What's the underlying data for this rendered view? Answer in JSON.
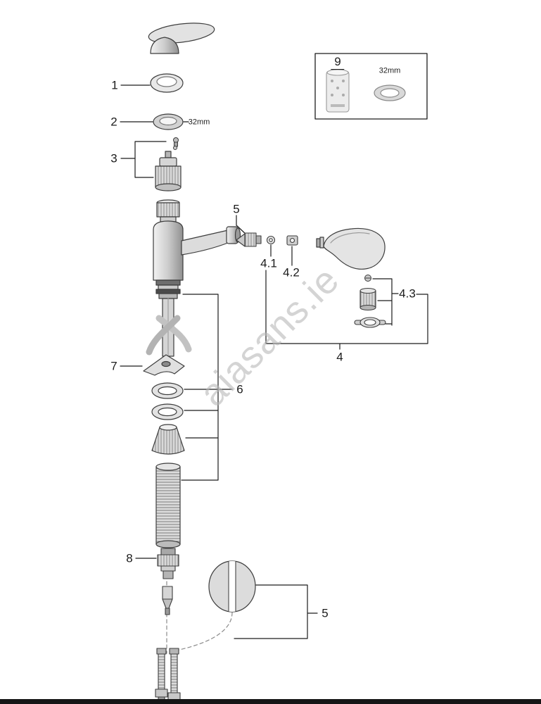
{
  "diagram": {
    "watermark": "aiasans.ie",
    "labels": {
      "part1": "1",
      "part2": "2",
      "part3": "3",
      "part4": "4",
      "part4_1": "4.1",
      "part4_2": "4.2",
      "part4_3": "4.3",
      "part5_top": "5",
      "part5_bottom": "5",
      "part6": "6",
      "part7": "7",
      "part8": "8",
      "part9": "9",
      "size_main": "32mm",
      "size_inset": "32mm"
    },
    "colors": {
      "line": "#1c1c1c",
      "metal_light": "#e6e6e6",
      "metal_mid": "#bdbdbd",
      "metal_dark": "#6e6e6e",
      "watermark": "#b9b9b9"
    }
  }
}
